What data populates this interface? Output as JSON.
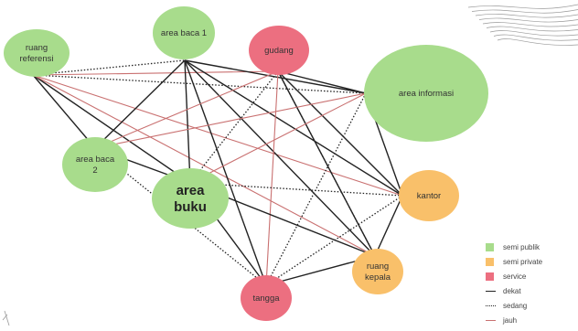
{
  "colors": {
    "semi_publik": "#a8dc8c",
    "semi_private": "#f9c06a",
    "service": "#ec6f80",
    "dekat": "#222222",
    "sedang": "#222222",
    "jauh": "#c97070"
  },
  "nodes": [
    {
      "id": "ruang-referensi",
      "lines": [
        "ruang",
        "referensi"
      ],
      "zone": "semi_publik"
    },
    {
      "id": "area-baca-1",
      "lines": [
        "area baca 1"
      ],
      "zone": "semi_publik"
    },
    {
      "id": "gudang",
      "lines": [
        "gudang"
      ],
      "zone": "service"
    },
    {
      "id": "area-informasi",
      "lines": [
        "area informasi"
      ],
      "zone": "semi_publik"
    },
    {
      "id": "area-baca-2",
      "lines": [
        "area baca",
        "2"
      ],
      "zone": "semi_publik"
    },
    {
      "id": "area-buku",
      "lines": [
        "area",
        "buku"
      ],
      "zone": "semi_publik",
      "emphasis": true
    },
    {
      "id": "kantor",
      "lines": [
        "kantor"
      ],
      "zone": "semi_private"
    },
    {
      "id": "ruang-kepala",
      "lines": [
        "ruang",
        "kepala"
      ],
      "zone": "semi_private"
    },
    {
      "id": "tangga",
      "lines": [
        "tangga"
      ],
      "zone": "service"
    }
  ],
  "edges": [
    {
      "from": "ruang-referensi",
      "to": "area-baca-1",
      "type": "sedang"
    },
    {
      "from": "ruang-referensi",
      "to": "gudang",
      "type": "jauh"
    },
    {
      "from": "ruang-referensi",
      "to": "area-informasi",
      "type": "sedang"
    },
    {
      "from": "ruang-referensi",
      "to": "area-baca-2",
      "type": "dekat"
    },
    {
      "from": "ruang-referensi",
      "to": "area-buku",
      "type": "dekat"
    },
    {
      "from": "ruang-referensi",
      "to": "kantor",
      "type": "jauh"
    },
    {
      "from": "ruang-referensi",
      "to": "ruang-kepala",
      "type": "jauh"
    },
    {
      "from": "area-baca-1",
      "to": "area-informasi",
      "type": "dekat"
    },
    {
      "from": "area-baca-1",
      "to": "area-baca-2",
      "type": "dekat"
    },
    {
      "from": "area-baca-1",
      "to": "area-buku",
      "type": "dekat"
    },
    {
      "from": "area-baca-1",
      "to": "kantor",
      "type": "dekat"
    },
    {
      "from": "area-baca-1",
      "to": "ruang-kepala",
      "type": "dekat"
    },
    {
      "from": "area-baca-1",
      "to": "tangga",
      "type": "dekat"
    },
    {
      "from": "gudang",
      "to": "area-informasi",
      "type": "dekat"
    },
    {
      "from": "gudang",
      "to": "area-baca-2",
      "type": "jauh"
    },
    {
      "from": "gudang",
      "to": "area-buku",
      "type": "sedang"
    },
    {
      "from": "gudang",
      "to": "kantor",
      "type": "dekat"
    },
    {
      "from": "gudang",
      "to": "ruang-kepala",
      "type": "dekat"
    },
    {
      "from": "gudang",
      "to": "tangga",
      "type": "jauh"
    },
    {
      "from": "area-informasi",
      "to": "area-baca-2",
      "type": "jauh"
    },
    {
      "from": "area-informasi",
      "to": "area-buku",
      "type": "jauh"
    },
    {
      "from": "area-informasi",
      "to": "kantor",
      "type": "dekat"
    },
    {
      "from": "area-informasi",
      "to": "tangga",
      "type": "sedang"
    },
    {
      "from": "area-baca-2",
      "to": "area-buku",
      "type": "dekat"
    },
    {
      "from": "area-baca-2",
      "to": "tangga",
      "type": "sedang"
    },
    {
      "from": "area-buku",
      "to": "kantor",
      "type": "sedang"
    },
    {
      "from": "area-buku",
      "to": "ruang-kepala",
      "type": "dekat"
    },
    {
      "from": "area-buku",
      "to": "tangga",
      "type": "dekat"
    },
    {
      "from": "kantor",
      "to": "ruang-kepala",
      "type": "dekat"
    },
    {
      "from": "kantor",
      "to": "tangga",
      "type": "sedang"
    },
    {
      "from": "ruang-kepala",
      "to": "tangga",
      "type": "dekat"
    },
    {
      "from": "ruang-kepala",
      "to": "gudang",
      "type": "sedang"
    }
  ],
  "legend": {
    "zones": [
      {
        "key": "semi_publik",
        "label": "semi  publik"
      },
      {
        "key": "semi_private",
        "label": "semi private"
      },
      {
        "key": "service",
        "label": "service"
      }
    ],
    "lines": [
      {
        "key": "dekat",
        "label": "dekat"
      },
      {
        "key": "sedang",
        "label": "sedang"
      },
      {
        "key": "jauh",
        "label": "jauh"
      }
    ]
  }
}
